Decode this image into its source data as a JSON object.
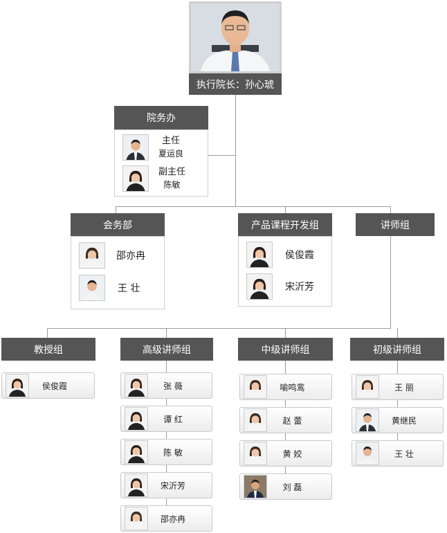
{
  "director": {
    "title": "执行院长：孙心琥"
  },
  "office": {
    "title": "院务办",
    "members": [
      {
        "role": "主任",
        "name": "夏运良",
        "icon": "man-photo-icon"
      },
      {
        "role": "副主任",
        "name": "陈敏",
        "icon": "woman-photo-icon"
      }
    ]
  },
  "departments": [
    {
      "title": "会务部",
      "members": [
        "邵亦冉",
        "王 壮"
      ]
    },
    {
      "title": "产品课程开发组",
      "members": [
        "侯俊霞",
        "宋沂芳"
      ]
    },
    {
      "title": "讲师组",
      "members": []
    }
  ],
  "groups": [
    {
      "title": "教授组",
      "members": [
        "侯俊霞"
      ]
    },
    {
      "title": "高级讲师组",
      "members": [
        "张 薇",
        "谭 红",
        "陈 敏",
        "宋沂芳",
        "邵亦冉"
      ]
    },
    {
      "title": "中级讲师组",
      "members": [
        "喻鸣鸾",
        "赵 蕾",
        "黄 姣",
        "刘 磊"
      ]
    },
    {
      "title": "初级讲师组",
      "members": [
        "王 丽",
        "黄继民",
        "王 壮"
      ]
    }
  ],
  "colors": {
    "header": "#555555",
    "connector": "#9a9a9a",
    "card_border": "#c8c8c8"
  }
}
